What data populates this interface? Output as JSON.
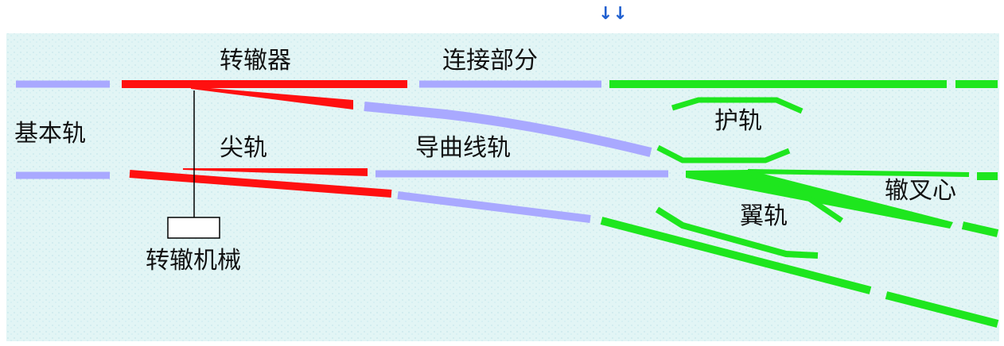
{
  "labels": {
    "switch": "转辙器",
    "connection": "连接部分",
    "stock_rail": "基本轨",
    "point_rail": "尖轨",
    "lead_curve": "导曲线轨",
    "guard_rail": "护轨",
    "frog": "辙叉心",
    "wing_rail": "翼轨",
    "switch_machine": "转辙机械"
  },
  "top_marker": "↓↓",
  "colors": {
    "background": "#e2f5f5",
    "speckle": "#c7e6ec",
    "switch_rails": "#ff1010",
    "connection_rails": "#a9a9ff",
    "frog_rails": "#1ee61e",
    "marker": "#2060d0",
    "line": "#000000"
  }
}
